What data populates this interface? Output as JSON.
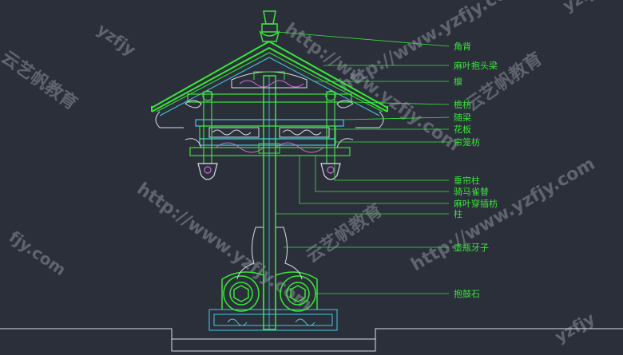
{
  "labels": [
    "角背",
    "麻叶抱头梁",
    "檩",
    "檐枋",
    "随梁",
    "花板",
    "帘笼枋",
    "垂帘柱",
    "骑马雀替",
    "麻叶穿插枋",
    "柱",
    "壶瓶牙子",
    "抱鼓石"
  ],
  "watermarks": {
    "url": "http://www.yzfjy.com",
    "brand": "云艺帆教育",
    "fragment_url": "yzfjy",
    "fragment_com": "fjy.com"
  },
  "colors": {
    "background": "#2b2f3a",
    "line": "#39e63a",
    "cyan": "#45c8e6",
    "white": "#d8dde6",
    "magenta": "#d06ad8",
    "watermark": "#8a8f99"
  }
}
